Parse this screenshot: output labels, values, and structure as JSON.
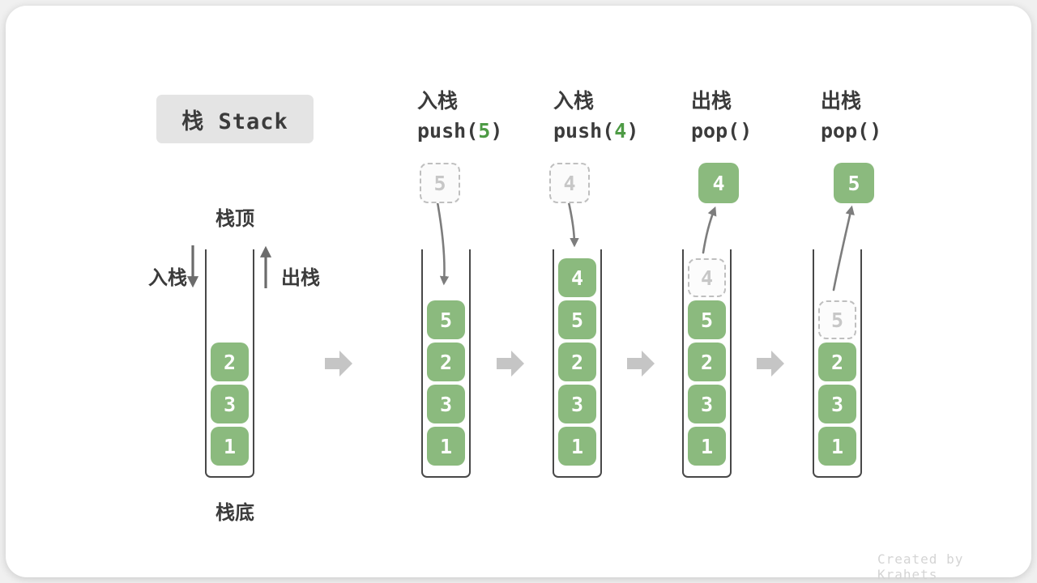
{
  "title": "栈 Stack",
  "watermark": "Created by Krahets",
  "labels": {
    "top": "栈顶",
    "bottom": "栈底",
    "push": "入栈",
    "pop": "出栈"
  },
  "operations": [
    {
      "name": "入栈",
      "code": [
        {
          "t": "push(",
          "green": false
        },
        {
          "t": "5",
          "green": true
        },
        {
          "t": ")",
          "green": false
        }
      ]
    },
    {
      "name": "入栈",
      "code": [
        {
          "t": "push(",
          "green": false
        },
        {
          "t": "4",
          "green": true
        },
        {
          "t": ")",
          "green": false
        }
      ]
    },
    {
      "name": "出栈",
      "code": [
        {
          "t": "pop()",
          "green": false
        }
      ]
    },
    {
      "name": "出栈",
      "code": [
        {
          "t": "pop()",
          "green": false
        }
      ]
    }
  ],
  "stacks": [
    {
      "name": "initial",
      "above": null,
      "cells": [
        {
          "row": 2,
          "value": "2",
          "ghost": false
        },
        {
          "row": 3,
          "value": "3",
          "ghost": false
        },
        {
          "row": 4,
          "value": "1",
          "ghost": false
        }
      ]
    },
    {
      "name": "after-push-5",
      "above": {
        "value": "5",
        "ghost": true
      },
      "cells": [
        {
          "row": 1,
          "value": "5",
          "ghost": false
        },
        {
          "row": 2,
          "value": "2",
          "ghost": false
        },
        {
          "row": 3,
          "value": "3",
          "ghost": false
        },
        {
          "row": 4,
          "value": "1",
          "ghost": false
        }
      ]
    },
    {
      "name": "after-push-4",
      "above": {
        "value": "4",
        "ghost": true
      },
      "cells": [
        {
          "row": 0,
          "value": "4",
          "ghost": false
        },
        {
          "row": 1,
          "value": "5",
          "ghost": false
        },
        {
          "row": 2,
          "value": "2",
          "ghost": false
        },
        {
          "row": 3,
          "value": "3",
          "ghost": false
        },
        {
          "row": 4,
          "value": "1",
          "ghost": false
        }
      ]
    },
    {
      "name": "after-pop-4",
      "above": {
        "value": "4",
        "ghost": false
      },
      "cells": [
        {
          "row": 0,
          "value": "4",
          "ghost": true
        },
        {
          "row": 1,
          "value": "5",
          "ghost": false
        },
        {
          "row": 2,
          "value": "2",
          "ghost": false
        },
        {
          "row": 3,
          "value": "3",
          "ghost": false
        },
        {
          "row": 4,
          "value": "1",
          "ghost": false
        }
      ]
    },
    {
      "name": "after-pop-5",
      "above": {
        "value": "5",
        "ghost": false
      },
      "cells": [
        {
          "row": 1,
          "value": "5",
          "ghost": true
        },
        {
          "row": 2,
          "value": "2",
          "ghost": false
        },
        {
          "row": 3,
          "value": "3",
          "ghost": false
        },
        {
          "row": 4,
          "value": "1",
          "ghost": false
        }
      ]
    }
  ],
  "colors": {
    "block_green": "#8BBA7E",
    "code_green": "#4E9B45",
    "text_dark": "#3B3B3B",
    "container_wall": "#484848",
    "curve_arrow": "#7d7d7d",
    "chevron_gray": "#c5c5c5",
    "ghost_border": "#bfbfbf",
    "ghost_text": "#c7c7c7",
    "title_bg": "#e4e4e4",
    "watermark_gray": "#d4d4d4",
    "page_bg": "#f0f0f0"
  }
}
